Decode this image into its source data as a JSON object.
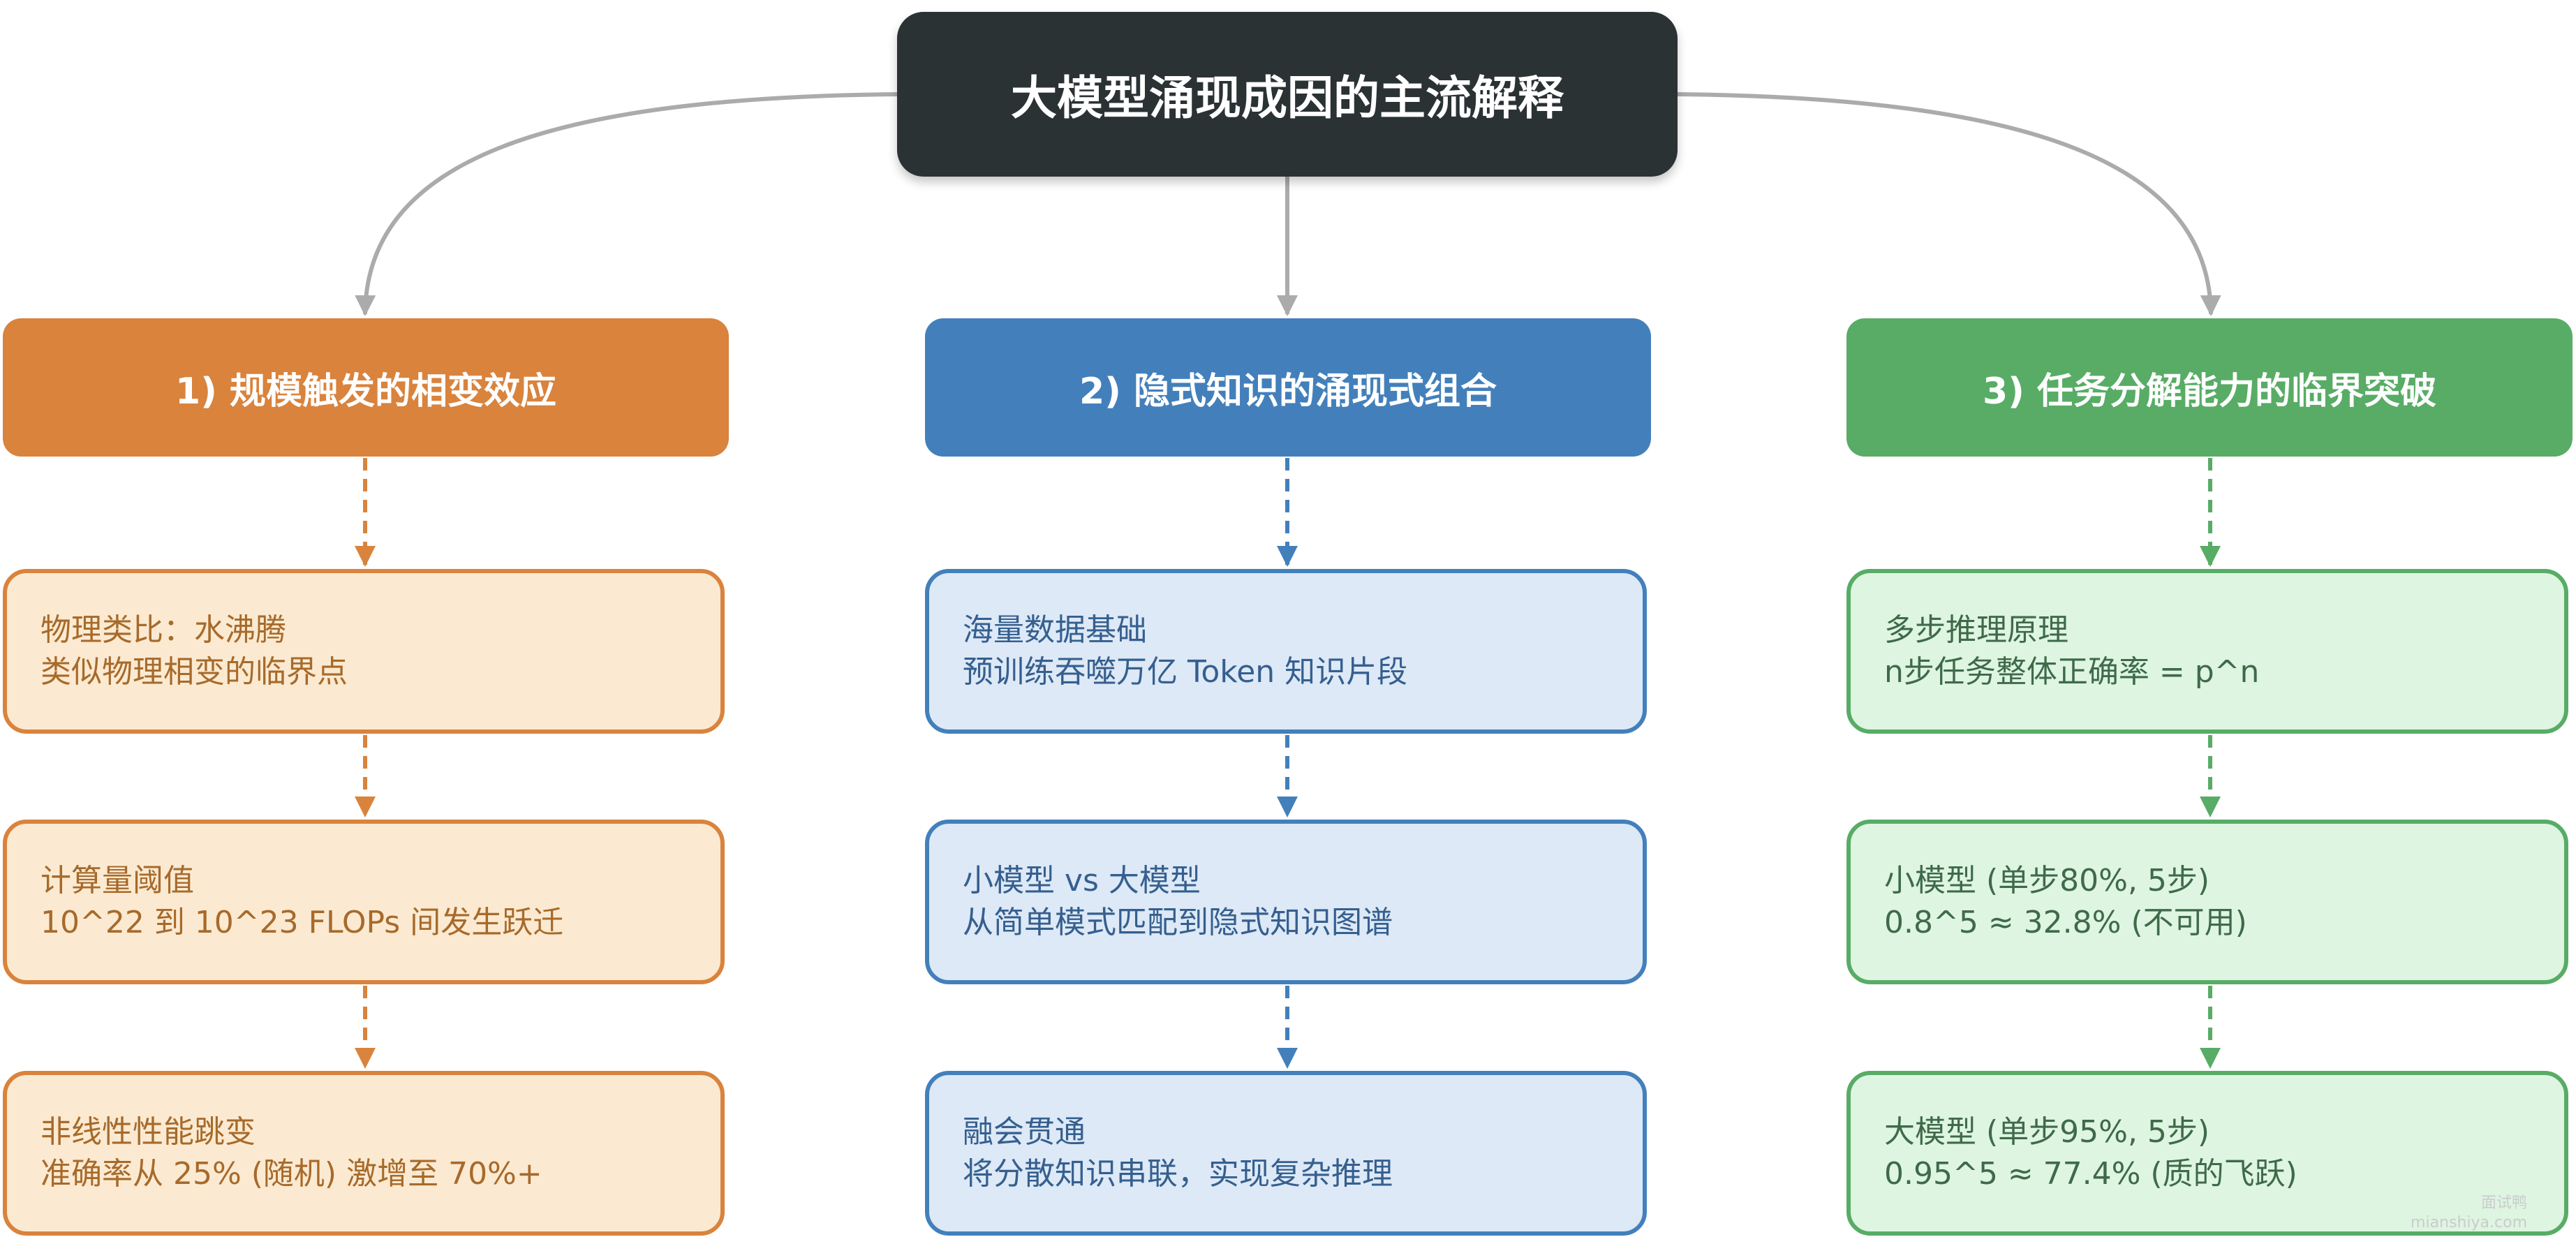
{
  "title": "大模型涌现成因的主流解释",
  "colors": {
    "root": "#2b3234",
    "connector": "#ababab",
    "orange": "#d9833d",
    "orange_fill": "#fbead1",
    "blue": "#4380bb",
    "blue_fill": "#dde9f6",
    "green": "#58ac66",
    "green_fill": "#def5e1"
  },
  "columns": [
    {
      "heading": "1) 规模触发的相变效应",
      "cards": [
        {
          "line1": "物理类比：水沸腾",
          "line2": "类似物理相变的临界点"
        },
        {
          "line1": "计算量阈值",
          "line2": "10^22 到 10^23 FLOPs 间发生跃迁"
        },
        {
          "line1": "非线性性能跳变",
          "line2": "准确率从 25% (随机) 激增至 70%+"
        }
      ]
    },
    {
      "heading": "2) 隐式知识的涌现式组合",
      "cards": [
        {
          "line1": "海量数据基础",
          "line2": "预训练吞噬万亿 Token 知识片段"
        },
        {
          "line1": "小模型 vs 大模型",
          "line2": "从简单模式匹配到隐式知识图谱"
        },
        {
          "line1": "融会贯通",
          "line2": "将分散知识串联，实现复杂推理"
        }
      ]
    },
    {
      "heading": "3) 任务分解能力的临界突破",
      "cards": [
        {
          "line1": "多步推理原理",
          "line2": "n步任务整体正确率 = p^n"
        },
        {
          "line1": "小模型 (单步80%, 5步)",
          "line2": "0.8^5 ≈ 32.8% (不可用)"
        },
        {
          "line1": "大模型 (单步95%, 5步)",
          "line2": "0.95^5 ≈ 77.4% (质的飞跃)"
        }
      ]
    }
  ],
  "watermark": {
    "line1": "面试鸭",
    "line2": "mianshiya.com"
  }
}
